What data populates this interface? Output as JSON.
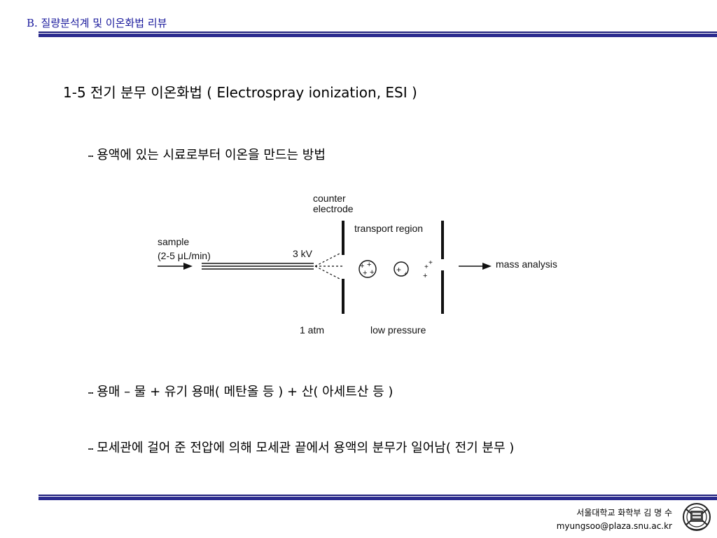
{
  "header": {
    "title": "B. 질량분석계 및 이온화법 리뷰"
  },
  "section": {
    "heading": "1-5  전기 분무 이온화법 ( Electrospray ionization, ESI )"
  },
  "bullets": {
    "mark": "┅",
    "b1": "용액에 있는 시료로부터 이온을 만드는 방법",
    "b2": "용매 – 물 + 유기 용매( 메탄올 등 ) + 산( 아세트산 등 )",
    "b3": "모세관에 걸어 준 전압에 의해 모세관 끝에서 용액의 분무가 일어남( 전기 분무 )"
  },
  "diagram": {
    "counter": "counter",
    "electrode": "electrode",
    "transport_region": "transport region",
    "sample": "sample",
    "flow_rate": "(2-5 μL/min)",
    "voltage": "3 kV",
    "mass_analysis": "mass analysis",
    "atm": "1 atm",
    "low_pressure": "low pressure"
  },
  "footer": {
    "affiliation": "서울대학교 화학부 김 명 수",
    "email": "myungsoo@plaza.snu.ac.kr"
  },
  "colors": {
    "accent": "#2b2b8f",
    "header_text": "#1a1a9c"
  }
}
